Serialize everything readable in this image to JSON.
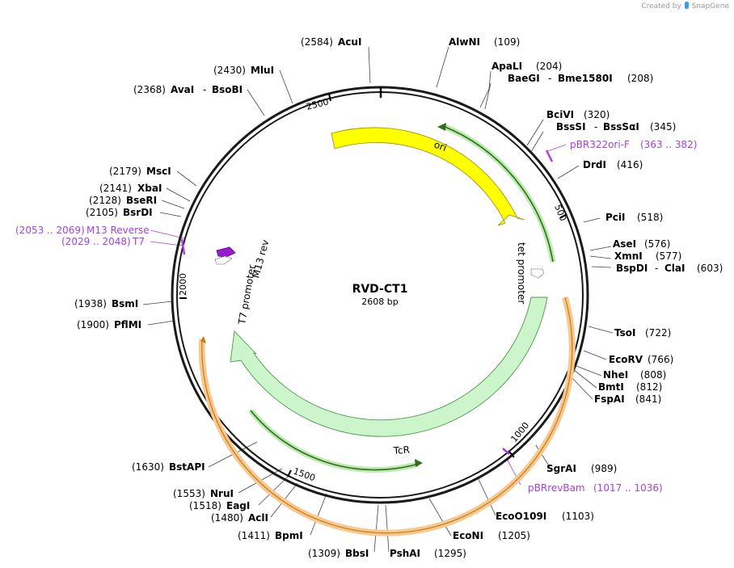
{
  "brand": {
    "created_by": "Created by",
    "name": "SnapGene"
  },
  "plasmid": {
    "name": "RVD-CT1",
    "length_label": "2608 bp",
    "length": 2608
  },
  "ticks": [
    "500",
    "1000",
    "1500",
    "2000",
    "2500"
  ],
  "features": [
    {
      "name": "ori",
      "color": "#ffff00"
    },
    {
      "name": "tet promoter",
      "color": "#ffffff"
    },
    {
      "name": "TcR",
      "color": "#ccf5cc"
    },
    {
      "name": "T7 promoter",
      "color": "#ffffff"
    },
    {
      "name": "M13 rev",
      "color": "#9a1ad0"
    }
  ],
  "enzymes": [
    {
      "name": "AcuI",
      "pos": "(2584)"
    },
    {
      "name": "AlwNI",
      "pos": "(109)"
    },
    {
      "name": "ApaLI",
      "pos": "(204)"
    },
    {
      "name": "BaeGI",
      "sep": "-",
      "name2": "Bme1580I",
      "pos": "(208)"
    },
    {
      "name": "BciVI",
      "pos": "(320)"
    },
    {
      "name": "BssSI",
      "sep": "-",
      "name2": "BssSαI",
      "pos": "(345)"
    },
    {
      "name": "DrdI",
      "pos": "(416)"
    },
    {
      "name": "PciI",
      "pos": "(518)"
    },
    {
      "name": "AseI",
      "pos": "(576)"
    },
    {
      "name": "XmnI",
      "pos": "(577)"
    },
    {
      "name": "BspDI",
      "sep": "-",
      "name2": "ClaI",
      "pos": "(603)"
    },
    {
      "name": "TsoI",
      "pos": "(722)"
    },
    {
      "name": "EcoRV",
      "pos": "(766)"
    },
    {
      "name": "NheI",
      "pos": "(808)"
    },
    {
      "name": "BmtI",
      "pos": "(812)"
    },
    {
      "name": "FspAI",
      "pos": "(841)"
    },
    {
      "name": "SgrAI",
      "pos": "(989)"
    },
    {
      "name": "EcoO109I",
      "pos": "(1103)"
    },
    {
      "name": "EcoNI",
      "pos": "(1205)"
    },
    {
      "name": "PshAI",
      "pos": "(1295)"
    },
    {
      "name": "BbsI",
      "pos": "(1309)"
    },
    {
      "name": "BpmI",
      "pos": "(1411)"
    },
    {
      "name": "AclI",
      "pos": "(1480)"
    },
    {
      "name": "EagI",
      "pos": "(1518)"
    },
    {
      "name": "NruI",
      "pos": "(1553)"
    },
    {
      "name": "BstAPI",
      "pos": "(1630)"
    },
    {
      "name": "PflMI",
      "pos": "(1900)"
    },
    {
      "name": "BsmI",
      "pos": "(1938)"
    },
    {
      "name": "BsrDI",
      "pos": "(2105)"
    },
    {
      "name": "BseRI",
      "pos": "(2128)"
    },
    {
      "name": "XbaI",
      "pos": "(2141)"
    },
    {
      "name": "MscI",
      "pos": "(2179)"
    },
    {
      "name": "AvaI",
      "sep": "-",
      "name2": "BsoBI",
      "pos": "(2368)"
    },
    {
      "name": "MluI",
      "pos": "(2430)"
    }
  ],
  "primers": [
    {
      "name": "pBR322ori-F",
      "range": "(363 .. 382)"
    },
    {
      "name": "pBRrevBam",
      "range": "(1017 .. 1036)"
    },
    {
      "name": "M13 Reverse",
      "range": "(2053 .. 2069)"
    },
    {
      "name": "T7",
      "range": "(2029 .. 2048)"
    }
  ],
  "colors": {
    "backbone": "#1a1a1a",
    "ori": "#ffff00",
    "tcr": "#ccf5cc",
    "primer": "#a640e0",
    "orf_arrow": "#2d6e1a",
    "orange_band": "#f5a840"
  }
}
